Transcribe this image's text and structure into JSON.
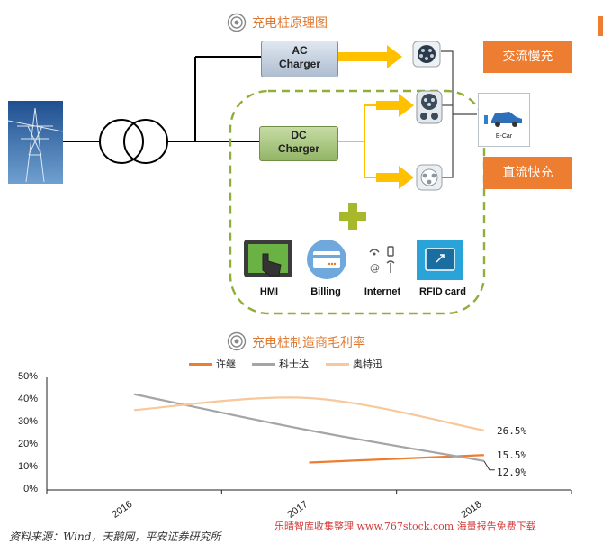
{
  "diagram": {
    "title": "充电桩原理图",
    "ac_charger": "AC\nCharger",
    "dc_charger": "DC\nCharger",
    "ac_output": "交流慢充",
    "dc_output": "直流快充",
    "ecar_label": "E-Car",
    "modules": [
      {
        "label": "HMI"
      },
      {
        "label": "Billing"
      },
      {
        "label": "Internet"
      },
      {
        "label": "RFID card"
      }
    ]
  },
  "chart": {
    "title": "充电桩制造商毛利率",
    "source_text": "资料来源：Wind，天鹅网，平安证券研究所",
    "watermark": "乐晴智库收集整理 www.767stock.com 海量报告免费下载",
    "end_labels": [
      "26.5%",
      "15.5%",
      "12.9%"
    ]
  },
  "chart_data": {
    "type": "line",
    "categories": [
      "2016",
      "2017",
      "2018"
    ],
    "series": [
      {
        "name": "许继",
        "values": [
          null,
          12.2,
          15.5
        ],
        "color": "#ed7d31"
      },
      {
        "name": "科士达",
        "values": [
          42.5,
          26.5,
          12.9
        ],
        "color": "#a5a5a5"
      },
      {
        "name": "奥特迅",
        "values": [
          35.5,
          40.8,
          26.5
        ],
        "color": "#f8c79b"
      }
    ],
    "y_ticks": [
      "0%",
      "10%",
      "20%",
      "30%",
      "40%",
      "50%"
    ],
    "ylim": [
      0,
      50
    ],
    "legend_position": "top"
  }
}
